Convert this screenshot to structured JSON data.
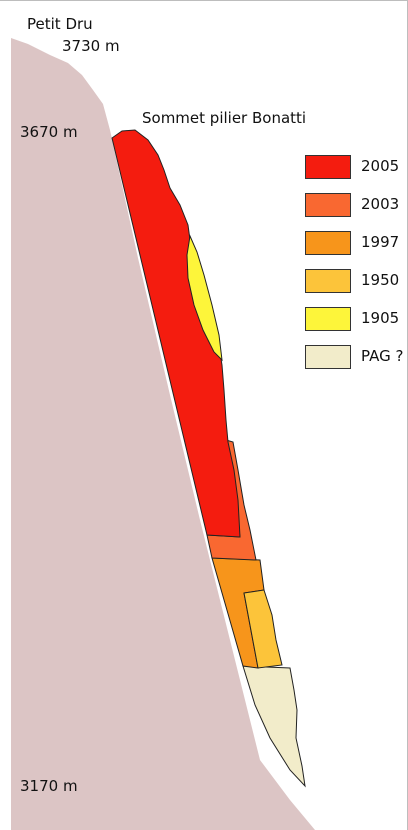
{
  "labels": {
    "peak_name": "Petit Dru",
    "peak_altitude": "3730 m",
    "summit_label": "Sommet pilier Bonatti",
    "altitude_top": "3670 m",
    "altitude_bottom": "3170 m"
  },
  "legend": [
    {
      "year": "2005",
      "color": "#f41c0f"
    },
    {
      "year": "2003",
      "color": "#f96831"
    },
    {
      "year": "1997",
      "color": "#f7951b"
    },
    {
      "year": "1950",
      "color": "#fcc43a"
    },
    {
      "year": "1905",
      "color": "#fdf53a"
    },
    {
      "year": "PAG ?",
      "color": "#f2ecca"
    }
  ],
  "colors": {
    "mountain": "#dcc5c5",
    "outline": "#222222"
  }
}
